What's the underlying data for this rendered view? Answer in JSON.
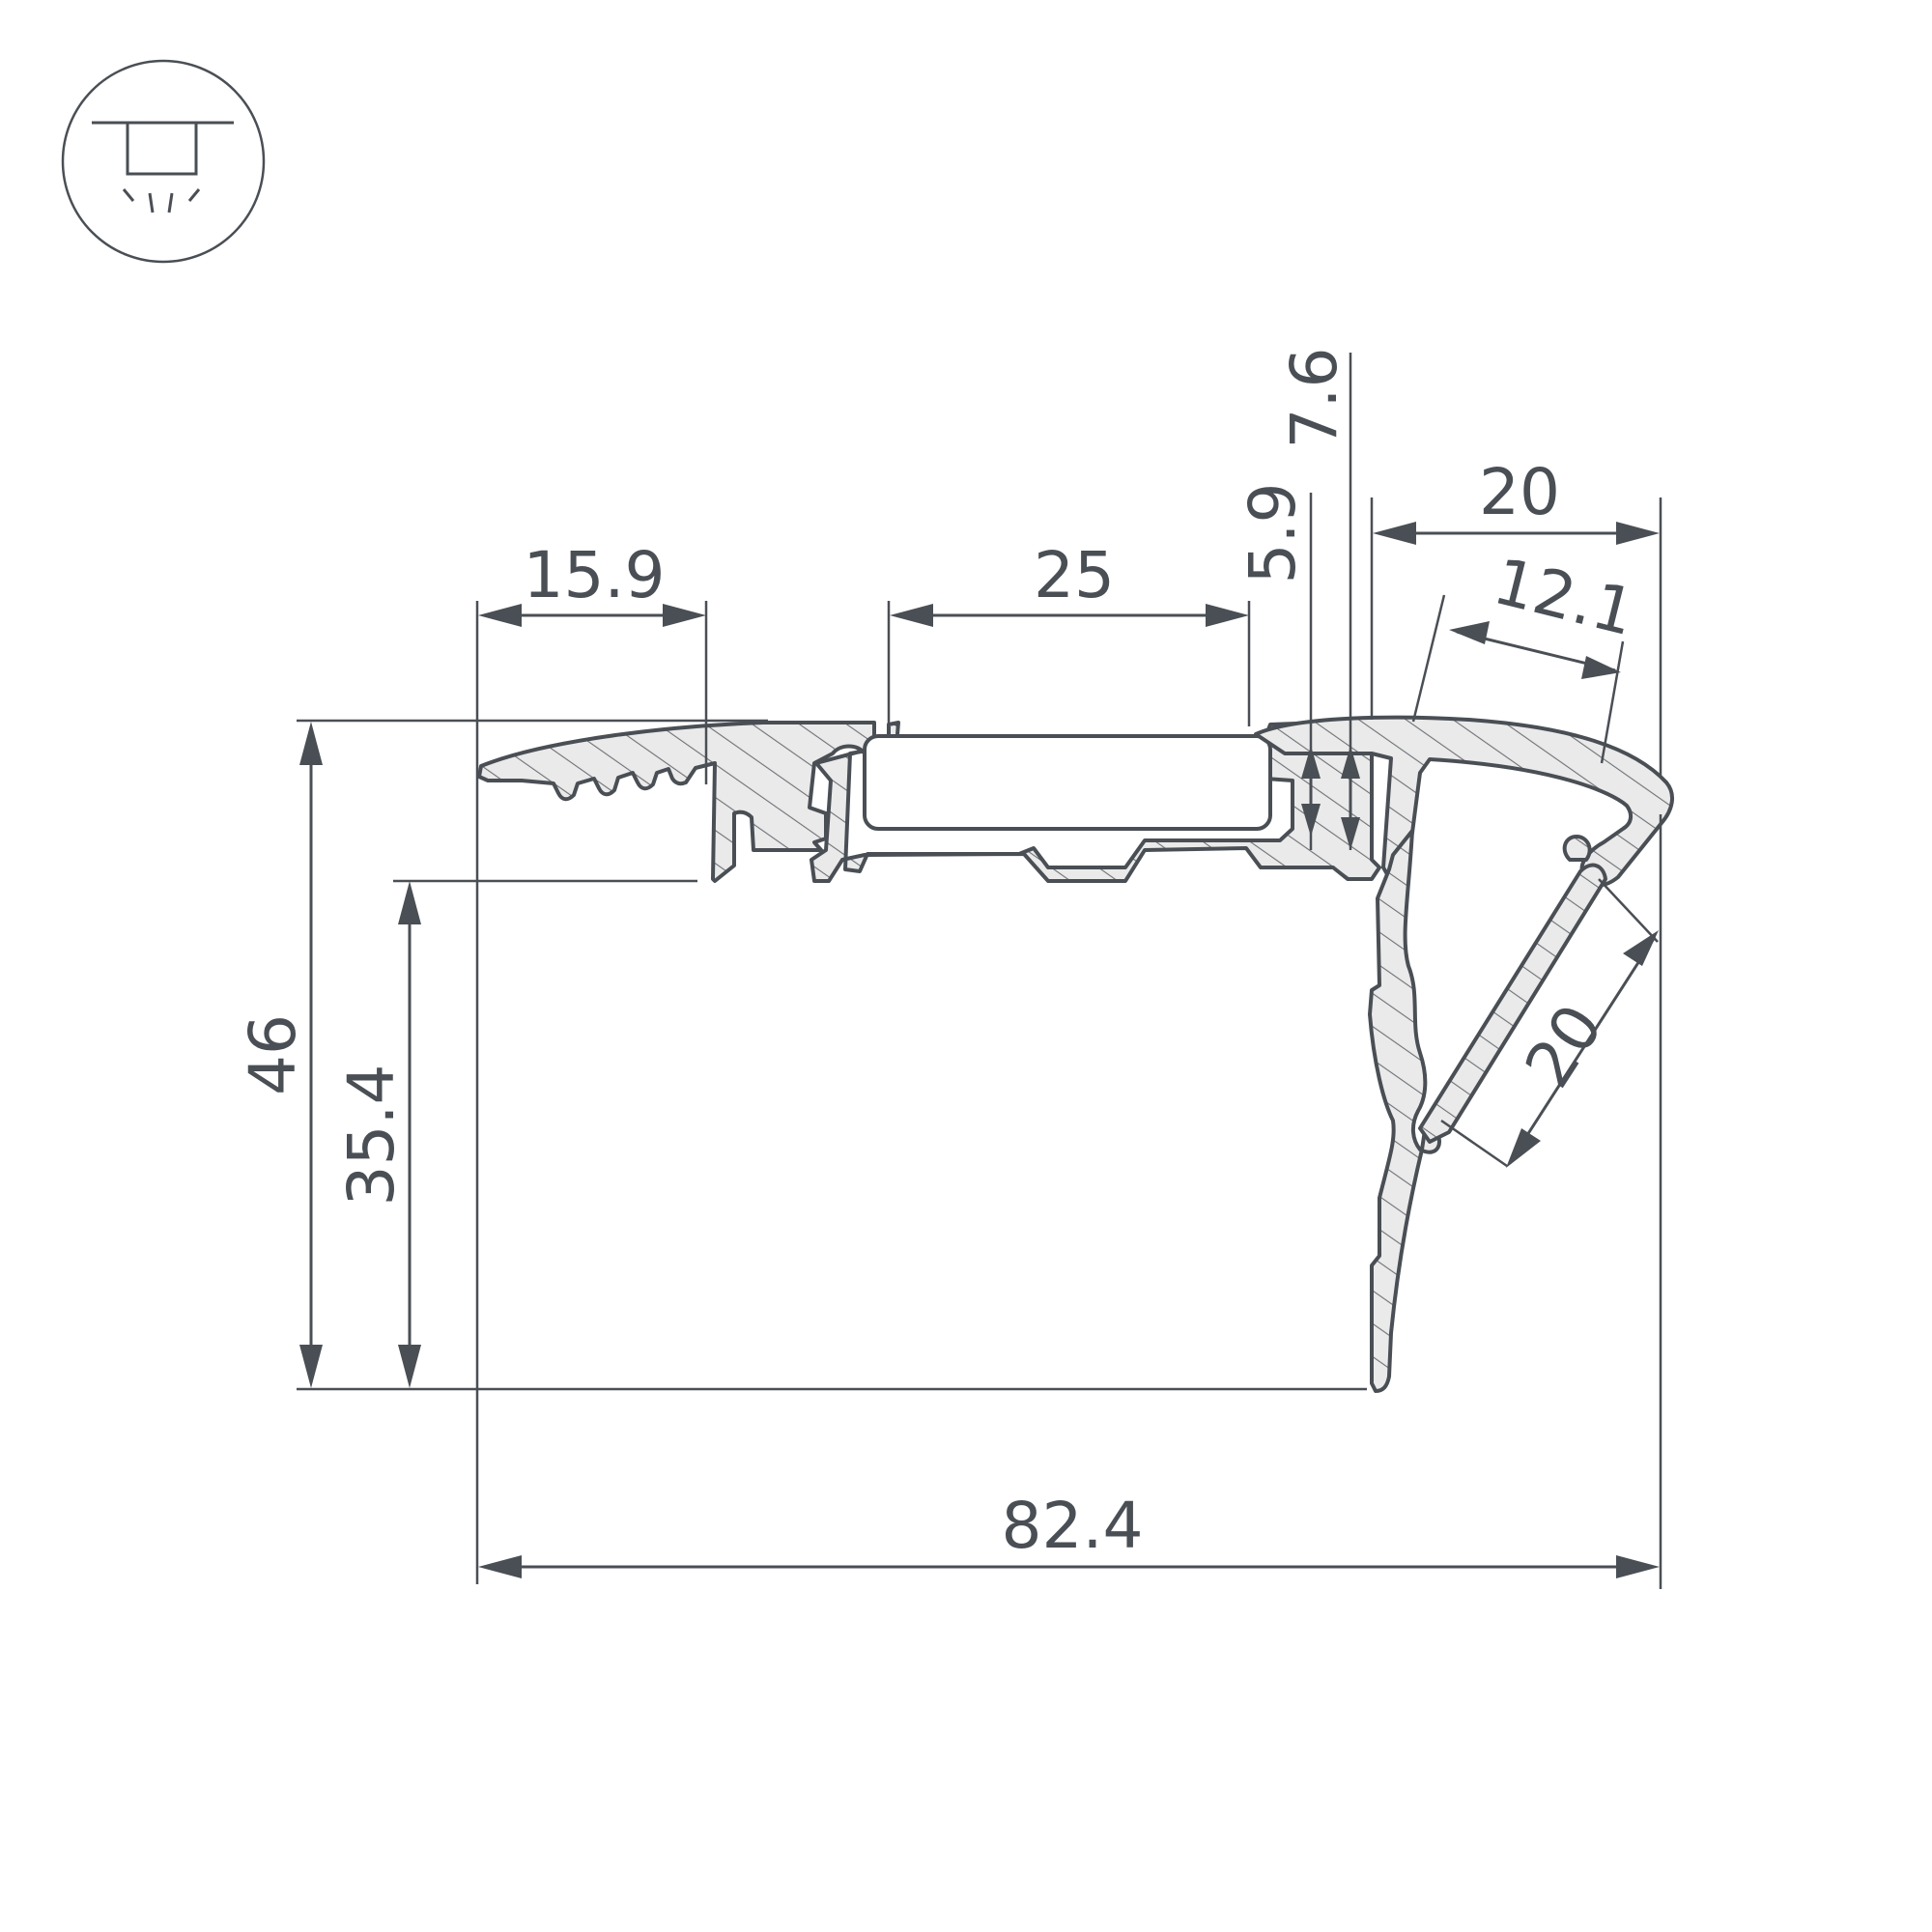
{
  "icon": {
    "name": "ceiling-light-icon"
  },
  "colors": {
    "line": "#4a4f55",
    "profile_fill": "#e8e8e8",
    "background": "#ffffff"
  },
  "dimensions": {
    "overall_width": "82.4",
    "overall_height": "46",
    "inner_height": "35.4",
    "tread_width": "15.9",
    "channel_width": "25",
    "channel_depth": "5.9",
    "cover_height": "7.6",
    "nose_width": "20",
    "nose_top": "12.1",
    "diffuser_width": "20"
  }
}
